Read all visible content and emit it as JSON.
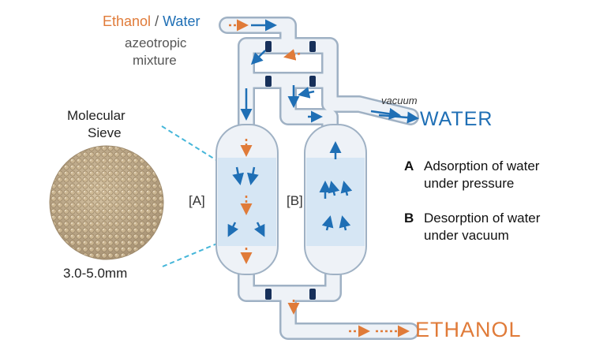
{
  "inlet": {
    "ethanol": "Ethanol",
    "separator": "/",
    "water": "Water",
    "line2": "azeotropic",
    "line3": "mixture"
  },
  "sieve": {
    "line1": "Molecular",
    "line2": "Sieve",
    "size": "3.0-5.0mm"
  },
  "columns": {
    "a_label": "[A]",
    "b_label": "[B]"
  },
  "outlets": {
    "vacuum": "vacuum",
    "water": "WATER",
    "ethanol": "ETHANOL"
  },
  "legend": {
    "a_key": "A",
    "a_line1": "Adsorption of water",
    "a_line2": "under pressure",
    "b_key": "B",
    "b_line1": "Desorption of water",
    "b_line2": "under vacuum"
  },
  "colors": {
    "ethanol_orange": "#e07b39",
    "water_blue": "#1f6fb5",
    "pipe_fill": "#eef2f7",
    "pipe_stroke": "#9fb1c4",
    "bed_fill": "#d6e6f4",
    "valve_navy": "#17305a",
    "sieve_bead": "#c9b391"
  },
  "icons": {
    "water_arrow": "arrow-icon",
    "ethanol_arrow": "dotted-arrow-icon",
    "valve": "valve-icon"
  }
}
